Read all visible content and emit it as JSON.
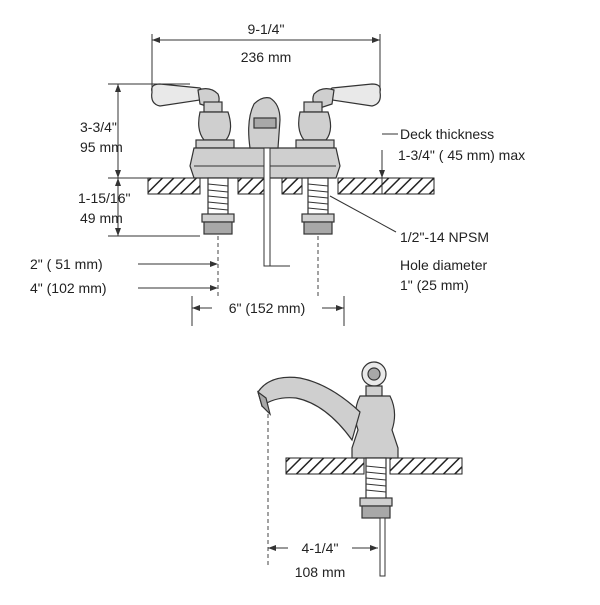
{
  "dimensions": {
    "overall_width": "9-1/4\"",
    "overall_width_mm": "236 mm",
    "height": "3-3/4\"",
    "height_mm": "95 mm",
    "shank_length": "1-15/16\"",
    "shank_length_mm": "49 mm",
    "spout_offset": "2\" ( 51 mm)",
    "handle_offset": "4\" (102 mm)",
    "center_spread": "6\" (152 mm)",
    "spout_reach": "4-1/4\"",
    "spout_reach_mm": "108 mm"
  },
  "notes": {
    "deck_thickness_label": "Deck thickness",
    "deck_thickness_value": "1-3/4\" ( 45 mm) max",
    "thread_spec": "1/2\"-14 NPSM",
    "hole_diameter_label": "Hole diameter",
    "hole_diameter_value": "1\" (25 mm)"
  }
}
